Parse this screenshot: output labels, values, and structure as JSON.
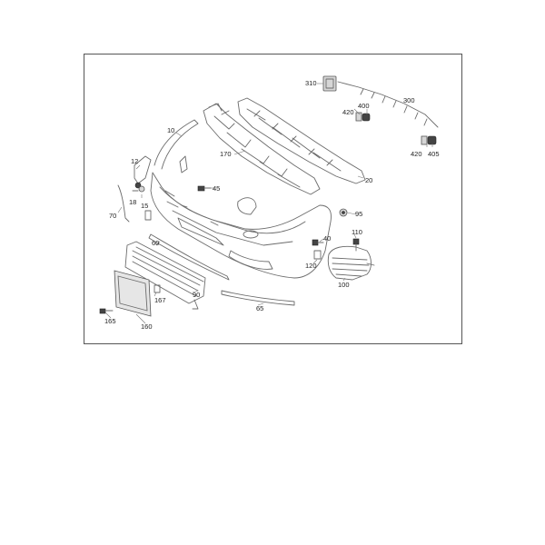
{
  "diagram": {
    "callouts": {
      "c10": "10",
      "c12": "12",
      "c15": "15",
      "c18": "18",
      "c20": "20",
      "c40": "40",
      "c45": "45",
      "c60": "60",
      "c65": "65",
      "c70": "70",
      "c90": "90",
      "c95": "95",
      "c100": "100",
      "c110": "110",
      "c120": "120",
      "c160": "160",
      "c165": "165",
      "c167": "167",
      "c170": "170",
      "c300": "300",
      "c310": "310",
      "c400": "400",
      "c405": "405",
      "c420a": "420",
      "c420b": "420"
    },
    "colors": {
      "line": "#6b6b6b",
      "frame": "#555555",
      "text": "#222222"
    }
  }
}
